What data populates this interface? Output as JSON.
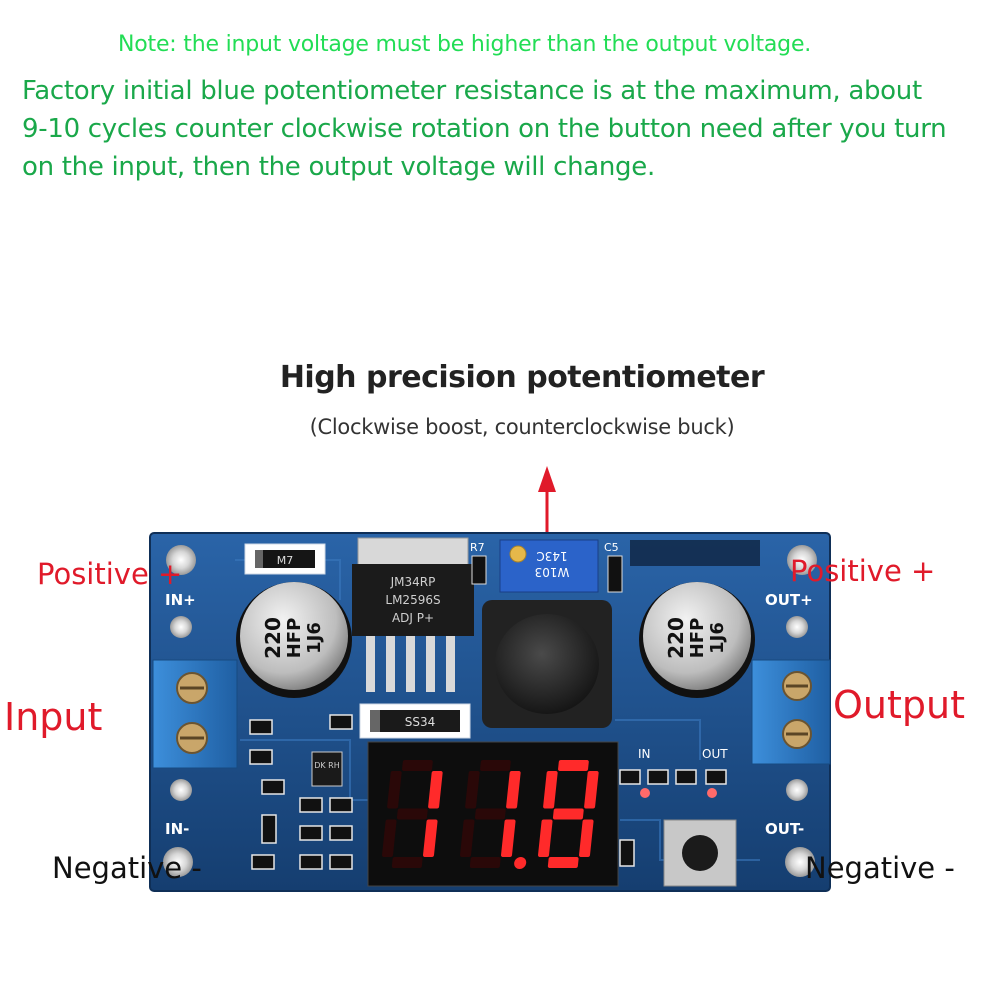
{
  "note": "Note: the input voltage must be higher than the output voltage.",
  "instructions": [
    "Factory initial blue potentiometer resistance is at the maximum, about",
    "9-10 cycles counter clockwise rotation on the button need after you turn",
    "on the input, then the output voltage will change."
  ],
  "potentiometer": {
    "title": "High precision potentiometer",
    "subtitle": "(Clockwise boost, counterclockwise buck)",
    "marking_line1": "W103",
    "marking_line2": "143C"
  },
  "labels": {
    "positive_left": "Positive +",
    "positive_right": "Positive +",
    "input": "Input",
    "output": "Output",
    "negative_left": "Negative -",
    "negative_right": "Negative -"
  },
  "silkscreen": {
    "in_plus": "IN+",
    "in_minus": "IN-",
    "out_plus": "OUT+",
    "out_minus": "OUT-",
    "r7": "R7",
    "c5": "C5",
    "led_in": "IN",
    "led_out": "OUT",
    "diode_top": "M7",
    "diode_bottom": "SS34",
    "small_chip": "DK RH"
  },
  "regulator": {
    "line1": "JM34RP",
    "line2": "LM2596S",
    "line3": "ADJ  P+"
  },
  "capacitors": {
    "left": {
      "value": "220",
      "code": "HFP",
      "lot": "1J6"
    },
    "right": {
      "value": "220",
      "code": "HFP",
      "lot": "1J6"
    }
  },
  "display": {
    "digits": "11.8"
  },
  "colors": {
    "board": "#1e4f8a",
    "note_green": "#22dd55",
    "text_green": "#1aa84a",
    "label_red": "#e01a2a",
    "led_red": "#ff2a2a",
    "terminal_blue": "#2f7fc8"
  }
}
